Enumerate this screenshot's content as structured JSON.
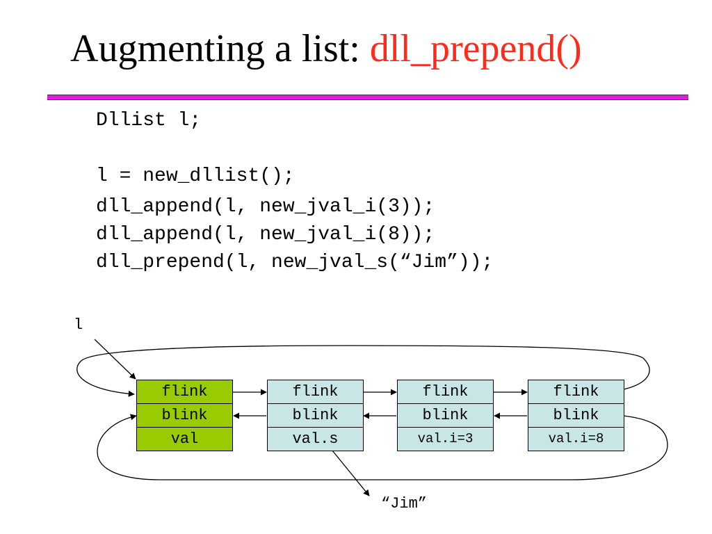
{
  "title": {
    "main": "Augmenting a list: ",
    "accent": "dll_prepend()",
    "accent_color": "#ff2a1a"
  },
  "rule_color": "#e619e6",
  "code": [
    "Dllist l;",
    "",
    "l = new_dllist();",
    "dll_append(l, new_jval_i(3));",
    "dll_append(l, new_jval_i(8));",
    "dll_prepend(l, new_jval_s(“Jim”));"
  ],
  "diagram": {
    "list_var": "l",
    "string_target": "“Jim”",
    "nodes": [
      {
        "fields": [
          "flink",
          "blink",
          "val"
        ],
        "color": "#99cc00"
      },
      {
        "fields": [
          "flink",
          "blink",
          "val.s"
        ],
        "color": "#c8e6e6"
      },
      {
        "fields": [
          "flink",
          "blink",
          "val.i=3"
        ],
        "color": "#c8e6e6"
      },
      {
        "fields": [
          "flink",
          "blink",
          "val.i=8"
        ],
        "color": "#c8e6e6"
      }
    ]
  }
}
